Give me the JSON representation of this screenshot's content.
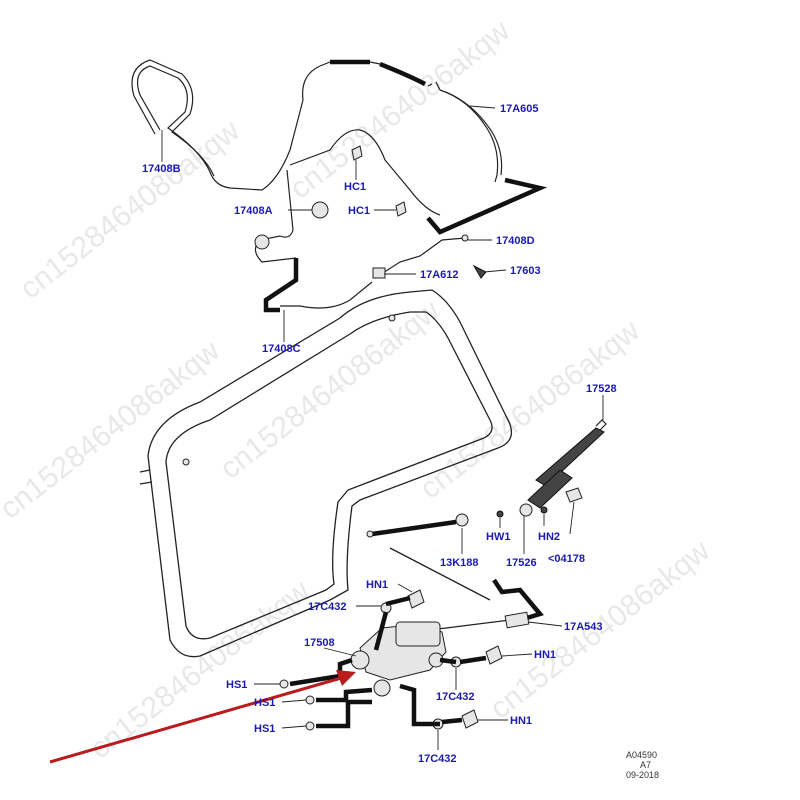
{
  "labels": {
    "l_17408B": "17408B",
    "l_17A605": "17A605",
    "l_HC1_a": "HC1",
    "l_17408A": "17408A",
    "l_HC1_b": "HC1",
    "l_17408D": "17408D",
    "l_17A612": "17A612",
    "l_17603": "17603",
    "l_17408C": "17408C",
    "l_17528": "17528",
    "l_HW1": "HW1",
    "l_HN2": "HN2",
    "l_13K188": "13K188",
    "l_17526": "17526",
    "l_04178": "<04178",
    "l_HN1_a": "HN1",
    "l_17C432_a": "17C432",
    "l_17A543": "17A543",
    "l_17508": "17508",
    "l_HN1_b": "HN1",
    "l_HS1_a": "HS1",
    "l_HS1_b": "HS1",
    "l_17C432_b": "17C432",
    "l_HS1_c": "HS1",
    "l_HN1_c": "HN1",
    "l_17C432_c": "17C432"
  },
  "ref_block": {
    "code": "A04590",
    "revision": "A7",
    "date": "09-2018"
  },
  "watermark": "cn1528464086akqw",
  "colors": {
    "label": "#1a1ab0",
    "arrow": "#b81c1c",
    "line": "#222222"
  }
}
